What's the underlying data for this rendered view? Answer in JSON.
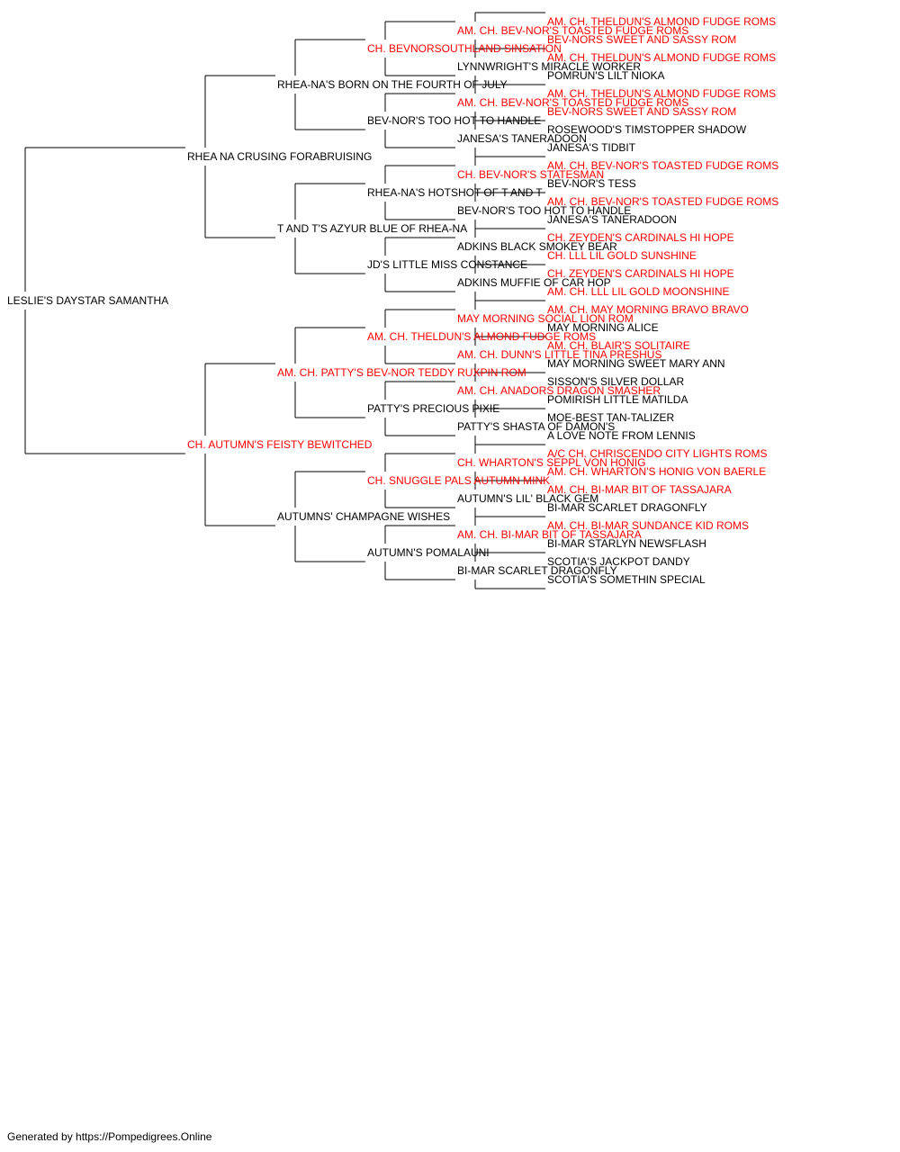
{
  "colors": {
    "champion": "#ff0000",
    "normal": "#000000",
    "line": "#000000"
  },
  "pedigree": {
    "name": "LESLIE'S DAYSTAR SAMANTHA",
    "champion": false,
    "sire": {
      "name": "RHEA NA CRUSING FORABRUISING",
      "champion": false,
      "sire": {
        "name": "RHEA-NA'S BORN ON THE FOURTH OF JULY",
        "champion": false,
        "sire": {
          "name": "CH. BEVNORSOUTHLAND SINSATION",
          "champion": true,
          "sire": {
            "name": "AM. CH. BEV-NOR'S TOASTED FUDGE ROMS",
            "champion": true,
            "sire": {
              "name": "AM. CH. THELDUN'S ALMOND FUDGE ROMS",
              "champion": true
            },
            "dam": {
              "name": "BEV-NORS SWEET AND SASSY ROM",
              "champion": true
            }
          },
          "dam": {
            "name": "LYNNWRIGHT'S MIRACLE WORKER",
            "champion": false,
            "sire": {
              "name": "AM. CH. THELDUN'S ALMOND FUDGE ROMS",
              "champion": true
            },
            "dam": {
              "name": "POMRUN'S LILT NIOKA",
              "champion": false
            }
          }
        },
        "dam": {
          "name": "BEV-NOR'S TOO HOT TO HANDLE",
          "champion": false,
          "sire": {
            "name": "AM. CH. BEV-NOR'S TOASTED FUDGE ROMS",
            "champion": true,
            "sire": {
              "name": "AM. CH. THELDUN'S ALMOND FUDGE ROMS",
              "champion": true
            },
            "dam": {
              "name": "BEV-NORS SWEET AND SASSY ROM",
              "champion": true
            }
          },
          "dam": {
            "name": "JANESA'S TANERADOON",
            "champion": false,
            "sire": {
              "name": "ROSEWOOD'S TIMSTOPPER SHADOW",
              "champion": false
            },
            "dam": {
              "name": "JANESA'S TIDBIT",
              "champion": false
            }
          }
        }
      },
      "dam": {
        "name": "T AND T'S AZYUR BLUE OF RHEA-NA",
        "champion": false,
        "sire": {
          "name": "RHEA-NA'S HOTSHOT OF T AND T",
          "champion": false,
          "sire": {
            "name": "CH. BEV-NOR'S STATESMAN",
            "champion": true,
            "sire": {
              "name": "AM. CH. BEV-NOR'S TOASTED FUDGE ROMS",
              "champion": true
            },
            "dam": {
              "name": "BEV-NOR'S TESS",
              "champion": false
            }
          },
          "dam": {
            "name": "BEV-NOR'S TOO HOT TO HANDLE",
            "champion": false,
            "sire": {
              "name": "AM. CH. BEV-NOR'S TOASTED FUDGE ROMS",
              "champion": true
            },
            "dam": {
              "name": "JANESA'S TANERADOON",
              "champion": false
            }
          }
        },
        "dam": {
          "name": "JD'S LITTLE MISS CONSTANCE",
          "champion": false,
          "sire": {
            "name": "ADKINS BLACK SMOKEY BEAR",
            "champion": false,
            "sire": {
              "name": "CH. ZEYDEN'S CARDINALS HI HOPE",
              "champion": true
            },
            "dam": {
              "name": "CH. LLL LIL GOLD SUNSHINE",
              "champion": true
            }
          },
          "dam": {
            "name": "ADKINS MUFFIE OF CAR HOP",
            "champion": false,
            "sire": {
              "name": "CH. ZEYDEN'S CARDINALS HI HOPE",
              "champion": true
            },
            "dam": {
              "name": "AM. CH. LLL LIL GOLD MOONSHINE",
              "champion": true
            }
          }
        }
      }
    },
    "dam": {
      "name": "CH. AUTUMN'S FEISTY BEWITCHED",
      "champion": true,
      "sire": {
        "name": "AM. CH. PATTY'S BEV-NOR TEDDY RUXPIN ROM",
        "champion": true,
        "sire": {
          "name": "AM. CH. THELDUN'S ALMOND FUDGE ROMS",
          "champion": true,
          "sire": {
            "name": "MAY MORNING SOCIAL LION ROM",
            "champion": true,
            "sire": {
              "name": "AM. CH. MAY MORNING BRAVO BRAVO",
              "champion": true
            },
            "dam": {
              "name": "MAY MORNING ALICE",
              "champion": false
            }
          },
          "dam": {
            "name": "AM. CH. DUNN'S LITTLE TINA PRESHUS",
            "champion": true,
            "sire": {
              "name": "AM. CH. BLAIR'S SOLITAIRE",
              "champion": true
            },
            "dam": {
              "name": "MAY MORNING SWEET MARY ANN",
              "champion": false
            }
          }
        },
        "dam": {
          "name": "PATTY'S PRECIOUS PIXIE",
          "champion": false,
          "sire": {
            "name": "AM. CH. ANADORS DRAGON SMASHER",
            "champion": true,
            "sire": {
              "name": "SISSON'S SILVER DOLLAR",
              "champion": false
            },
            "dam": {
              "name": "POMIRISH LITTLE MATILDA",
              "champion": false
            }
          },
          "dam": {
            "name": "PATTY'S SHASTA OF DAMON'S",
            "champion": false,
            "sire": {
              "name": "MOE-BEST TAN-TALIZER",
              "champion": false
            },
            "dam": {
              "name": "A LOVE NOTE FROM LENNIS",
              "champion": false
            }
          }
        }
      },
      "dam": {
        "name": "AUTUMNS' CHAMPAGNE WISHES",
        "champion": false,
        "sire": {
          "name": "CH. SNUGGLE PALS AUTUMN MINK",
          "champion": true,
          "sire": {
            "name": "CH. WHARTON'S SEPPL VON HONIG",
            "champion": true,
            "sire": {
              "name": "A/C CH. CHRISCENDO CITY LIGHTS ROMS",
              "champion": true
            },
            "dam": {
              "name": "AM. CH. WHARTON'S HONIG VON BAERLE",
              "champion": true
            }
          },
          "dam": {
            "name": "AUTUMN'S LIL' BLACK GEM",
            "champion": false,
            "sire": {
              "name": "AM. CH. BI-MAR BIT OF TASSAJARA",
              "champion": true
            },
            "dam": {
              "name": "BI-MAR SCARLET DRAGONFLY",
              "champion": false
            }
          }
        },
        "dam": {
          "name": "AUTUMN'S POMALAUNI",
          "champion": false,
          "sire": {
            "name": "AM. CH. BI-MAR BIT OF TASSAJARA",
            "champion": true,
            "sire": {
              "name": "AM. CH. BI-MAR SUNDANCE KID ROMS",
              "champion": true
            },
            "dam": {
              "name": "BI-MAR STARLYN NEWSFLASH",
              "champion": false
            }
          },
          "dam": {
            "name": "BI-MAR SCARLET DRAGONFLY",
            "champion": false,
            "sire": {
              "name": "SCOTIA'S JACKPOT DANDY",
              "champion": false
            },
            "dam": {
              "name": "SCOTIA'S SOMETHIN SPECIAL",
              "champion": false
            }
          }
        }
      }
    }
  },
  "footer": "Generated by https://Pompedigrees.Online"
}
